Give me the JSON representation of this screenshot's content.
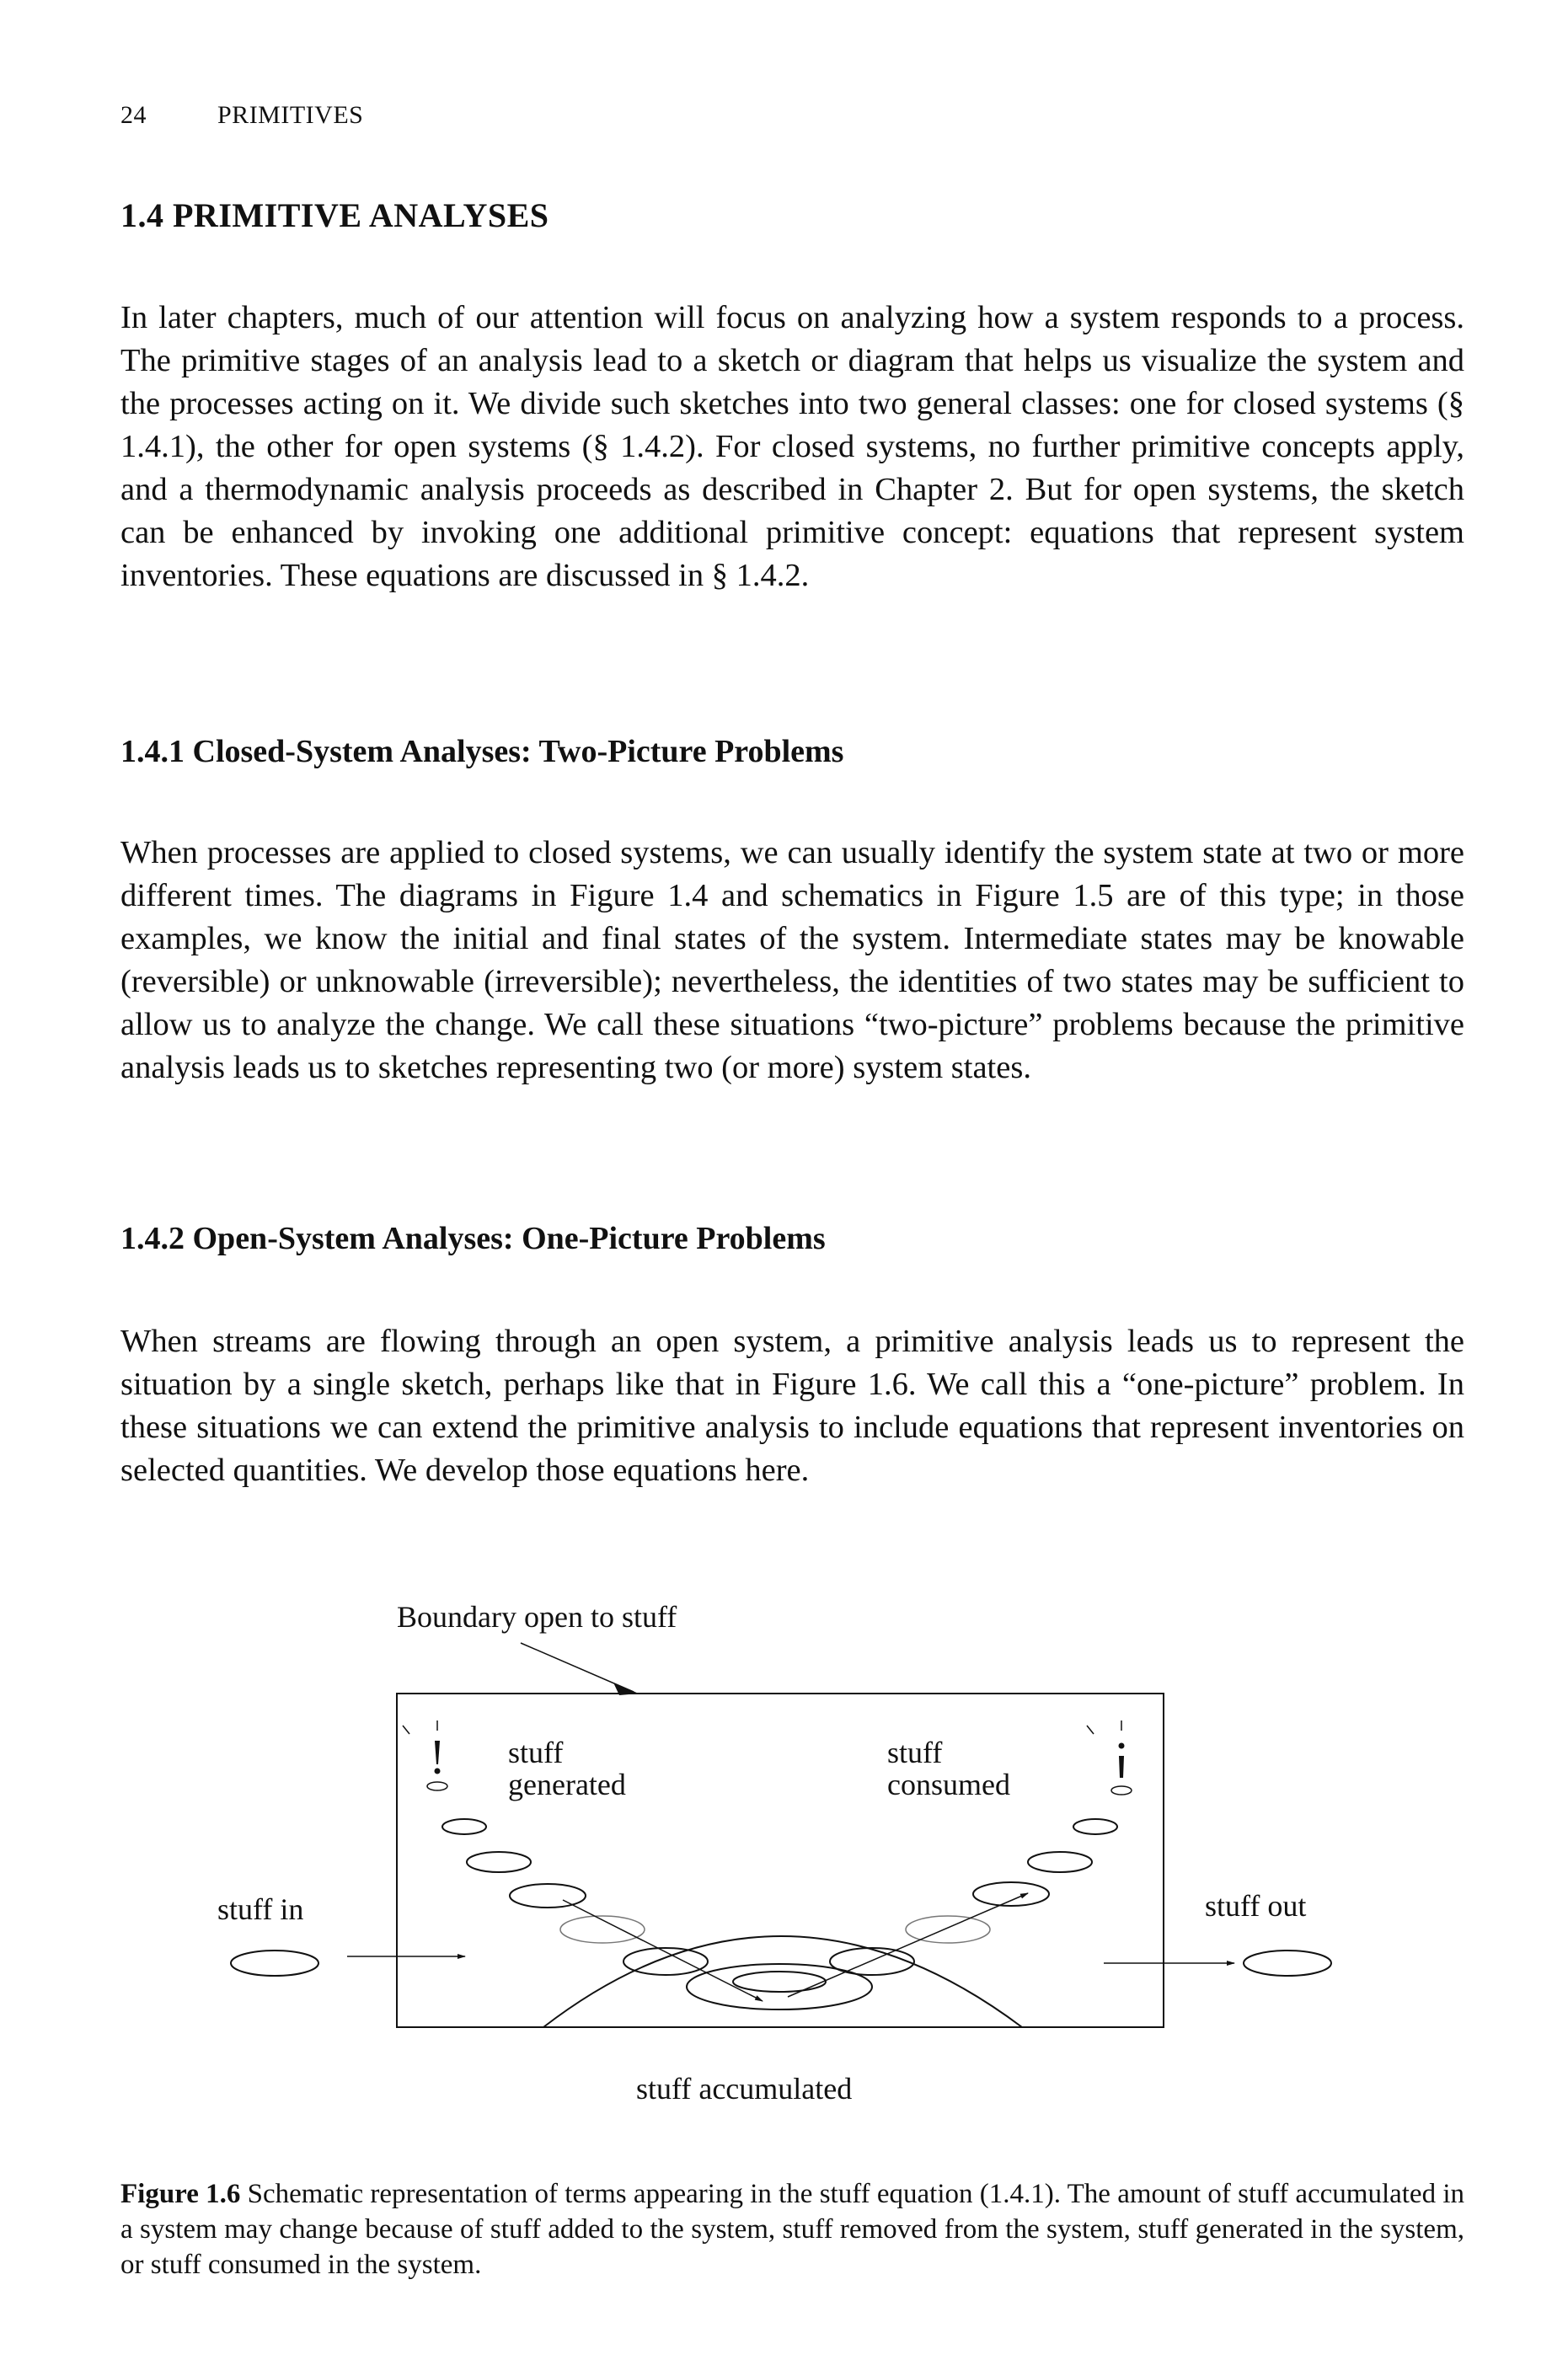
{
  "header": {
    "page_number": "24",
    "running_title": "PRIMITIVES"
  },
  "section": {
    "title": "1.4 PRIMITIVE ANALYSES",
    "intro": "In later chapters, much of our attention will focus on analyzing how a system responds to a process. The primitive stages of an analysis lead to a sketch or diagram that helps us visualize the system and the processes acting on it. We divide such sketches into two general classes: one for closed systems (§ 1.4.1), the other for open systems (§ 1.4.2). For closed systems, no further primitive concepts apply, and a thermodynamic analysis proceeds as described in Chapter 2. But for open systems, the sketch can be enhanced by invoking one additional primitive concept: equations that represent system inventories. These equations are discussed in § 1.4.2."
  },
  "sub1": {
    "title": "1.4.1 Closed-System Analyses: Two-Picture Problems",
    "body": "When processes are applied to closed systems, we can usually identify the system state at two or more different times. The diagrams in Figure 1.4 and schematics in Figure 1.5 are of this type; in those examples, we know the initial and final states of the system. Intermediate states may be knowable (reversible) or unknowable (irreversible); nevertheless, the identities of two states may be sufficient to allow us to analyze the change. We call these situations “two-picture” problems because the primitive analysis leads us to sketches representing two (or more) system states."
  },
  "sub2": {
    "title": "1.4.2 Open-System Analyses: One-Picture Problems",
    "body": "When streams are flowing through an open system, a primitive analysis leads us to represent the situation by a single sketch, perhaps like that in Figure 1.6. We call this a “one-picture” problem. In these situations we can extend the primitive analysis to include equations that represent inventories on selected quantities. We develop those equations here."
  },
  "figure": {
    "labels": {
      "boundary": "Boundary open to stuff",
      "stuff_in": "stuff in",
      "stuff_out": "stuff out",
      "generated_1": "stuff",
      "generated_2": "generated",
      "consumed_1": "stuff",
      "consumed_2": "consumed",
      "accumulated": "stuff accumulated"
    },
    "caption_label": "Figure 1.6",
    "caption_text": "Schematic representation of terms appearing in the stuff equation (1.4.1). The amount of stuff accumulated in a system may change because of stuff added to the system, stuff removed from the system, stuff generated in the system, or stuff consumed in the system."
  }
}
